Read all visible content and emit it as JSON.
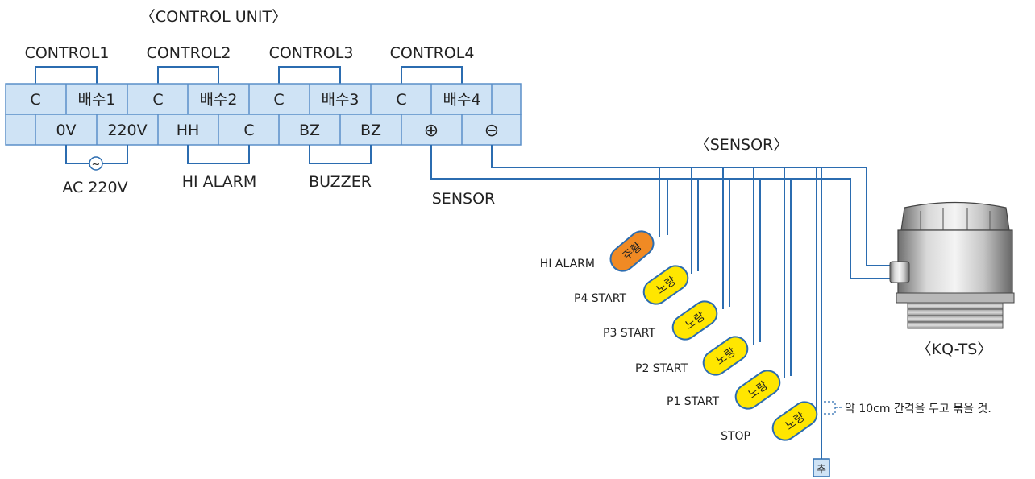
{
  "control_unit": {
    "title": "〈CONTROL UNIT〉",
    "controls": [
      "CONTROL1",
      "CONTROL2",
      "CONTROL3",
      "CONTROL4"
    ],
    "top_row": [
      "C",
      "배수1",
      "C",
      "배수2",
      "C",
      "배수3",
      "C",
      "배수4",
      ""
    ],
    "bottom_row": [
      "",
      "0V",
      "220V",
      "HH",
      "C",
      "BZ",
      "BZ",
      "⊕",
      "⊖"
    ],
    "bottom_labels": {
      "ac": "AC 220V",
      "hi_alarm": "HI ALARM",
      "buzzer": "BUZZER",
      "sensor": "SENSOR"
    },
    "ac_symbol": "~"
  },
  "sensor_title": "〈SENSOR〉",
  "floats": [
    {
      "label": "HI ALARM",
      "text": "주황",
      "color": "#f08a24"
    },
    {
      "label": "P4 START",
      "text": "노랑",
      "color": "#ffe600"
    },
    {
      "label": "P3 START",
      "text": "노랑",
      "color": "#ffe600"
    },
    {
      "label": "P2 START",
      "text": "노랑",
      "color": "#ffe600"
    },
    {
      "label": "P1 START",
      "text": "노랑",
      "color": "#ffe600"
    },
    {
      "label": "STOP",
      "text": "노랑",
      "color": "#ffe600"
    }
  ],
  "weight_label": "추",
  "spacing_note": "약 10cm 간격을 두고 묶을 것.",
  "kqts_label": "〈KQ-TS〉",
  "colors": {
    "cell_fill": "#cfe3f5",
    "cell_border": "#5a8fc8",
    "wire": "#2b6cb0"
  }
}
